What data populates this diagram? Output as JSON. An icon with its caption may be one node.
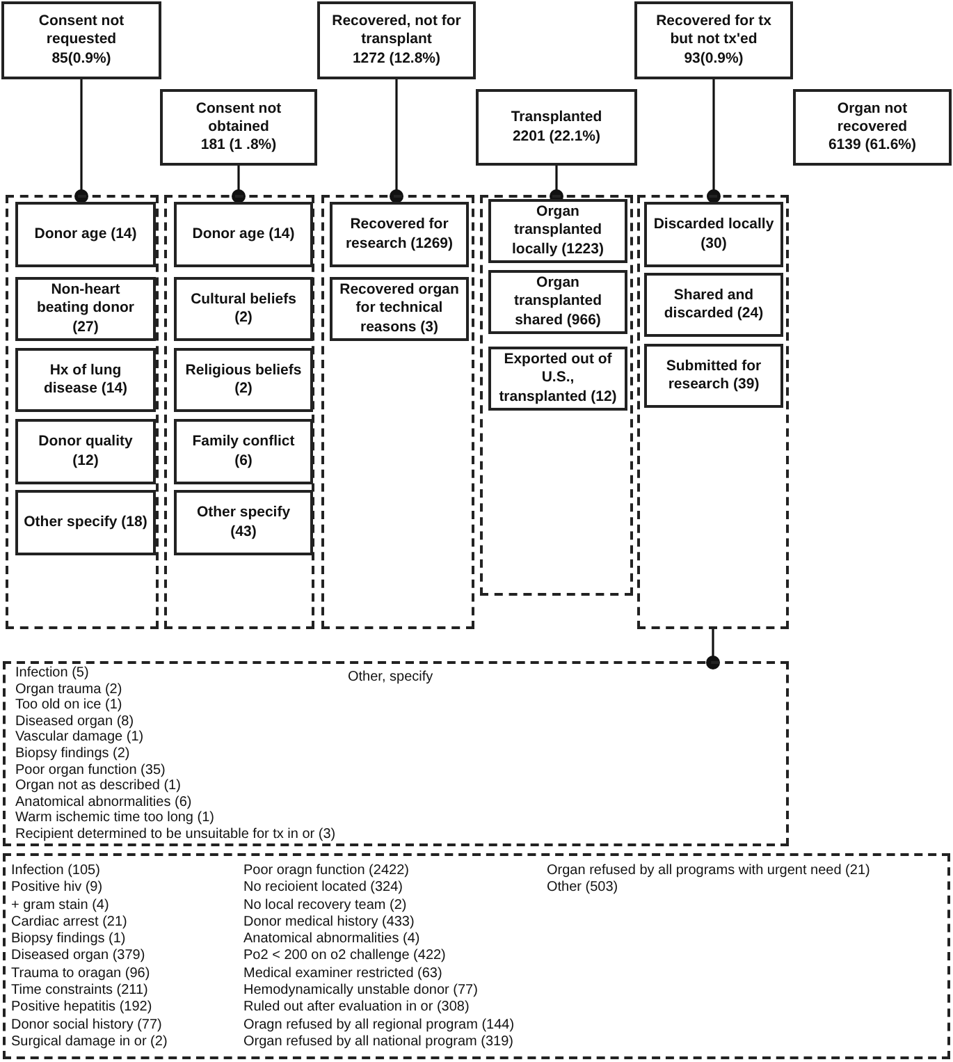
{
  "diagram": {
    "nodes": [
      {
        "text": [
          "Consent not requested",
          "85(0.9%)"
        ]
      },
      {
        "text": [
          "Consent not obtained",
          "181 (1 .8%)"
        ]
      },
      {
        "text": [
          "Recovered, not for transplant",
          "1272 (12.8%)"
        ]
      },
      {
        "text": [
          "Transplanted",
          "2201 (22.1%)"
        ]
      },
      {
        "text": [
          "Recovered for tx but not tx'ed",
          "93(0.9%)"
        ]
      },
      {
        "text": [
          "Organ not recovered",
          "6139 (61.6%)"
        ]
      },
      {
        "text": [],
        "shape": "box"
      },
      {
        "text": [
          "Donor age (14)"
        ],
        "in": 6
      },
      {
        "text": [
          "Non-heart beating donor (27)"
        ],
        "in": 6
      },
      {
        "text": [
          "Hx of lung disease (14)"
        ],
        "in": 6
      },
      {
        "text": [
          "Donor quality (12)"
        ],
        "in": 6
      },
      {
        "text": [
          "Other specify (18)"
        ],
        "in": 6
      },
      {
        "text": [],
        "shape": "box"
      },
      {
        "text": [
          "Donor age (14)"
        ],
        "in": 12
      },
      {
        "text": [
          "Cultural beliefs (2)"
        ],
        "in": 12
      },
      {
        "text": [
          "Religious beliefs (2)"
        ],
        "in": 12
      },
      {
        "text": [
          "Family conflict (6)"
        ],
        "in": 12
      },
      {
        "text": [
          "Other specify (43)"
        ],
        "in": 12
      },
      {
        "text": [],
        "shape": "box"
      },
      {
        "text": [
          "Recovered for research (1269)"
        ],
        "in": 18
      },
      {
        "text": [
          "Recovered organ for technical reasons (3)"
        ],
        "in": 18
      },
      {
        "text": [],
        "shape": "box"
      },
      {
        "text": [
          "Organ transplanted locally (1223)"
        ],
        "in": 21
      },
      {
        "text": [
          "Organ transplanted shared (966)"
        ],
        "in": 21
      },
      {
        "text": [
          "Exported out of U.S., transplanted (12)"
        ],
        "in": 21
      },
      {
        "text": [],
        "shape": "box"
      },
      {
        "text": [
          "Discarded locally (30)"
        ],
        "in": 25
      },
      {
        "text": [
          "Shared and discarded (24)"
        ],
        "in": 25
      },
      {
        "text": [
          "Submitted for research (39)"
        ],
        "in": 25
      },
      {
        "text": [
          "Other, specify",
          "Infection (5)",
          "Organ trauma (2)",
          "Too old on ice (1)",
          "Diseased organ (8)",
          "Vascular damage (1)",
          "Biopsy findings (2)",
          "Poor organ function (35)",
          "Organ not as described (1)",
          "Anatomical abnormalities (6)",
          "Warm ischemic time too long (1)",
          "Recipient determined to be unsuitable for tx in or (3)"
        ]
      },
      {
        "text": [
          "Infection (105)",
          "Positive hiv (9)",
          "+ gram stain (4)",
          "Cardiac arrest (21)",
          "Biopsy findings (1)",
          "Diseased organ (379)",
          "Trauma to oragan (96)",
          "Time constraints (211)",
          "Positive hepatitis (192)",
          "Donor social history (77)",
          "Surgical damage in or (2)",
          "Poor oragn function (2422)",
          "No recioient located (324)",
          "No local recovery team (2)",
          "Donor medical history (433)",
          "Anatomical abnormalities (4)",
          "Po2 < 200 on o2 challenge (422)",
          "Medical examiner restricted (63)",
          "Hemodynamically unstable donor (77)",
          "Ruled out after evaluation in or (308)",
          "Oragn refused by all regional program (144)",
          "Organ refused by all national program (319)",
          "Organ refused by all programs with urgent need (21)",
          "Other (503)"
        ]
      }
    ],
    "edges": [
      {
        "from": 0,
        "to": 6,
        "arrow": "other"
      },
      {
        "from": 1,
        "to": 12,
        "arrow": "other"
      },
      {
        "from": 2,
        "to": 18,
        "arrow": "other"
      },
      {
        "from": 3,
        "to": 21,
        "arrow": "other"
      },
      {
        "from": 4,
        "to": 25,
        "arrow": "other"
      },
      {
        "from": 25,
        "to": 29,
        "arrow": "other"
      }
    ]
  }
}
